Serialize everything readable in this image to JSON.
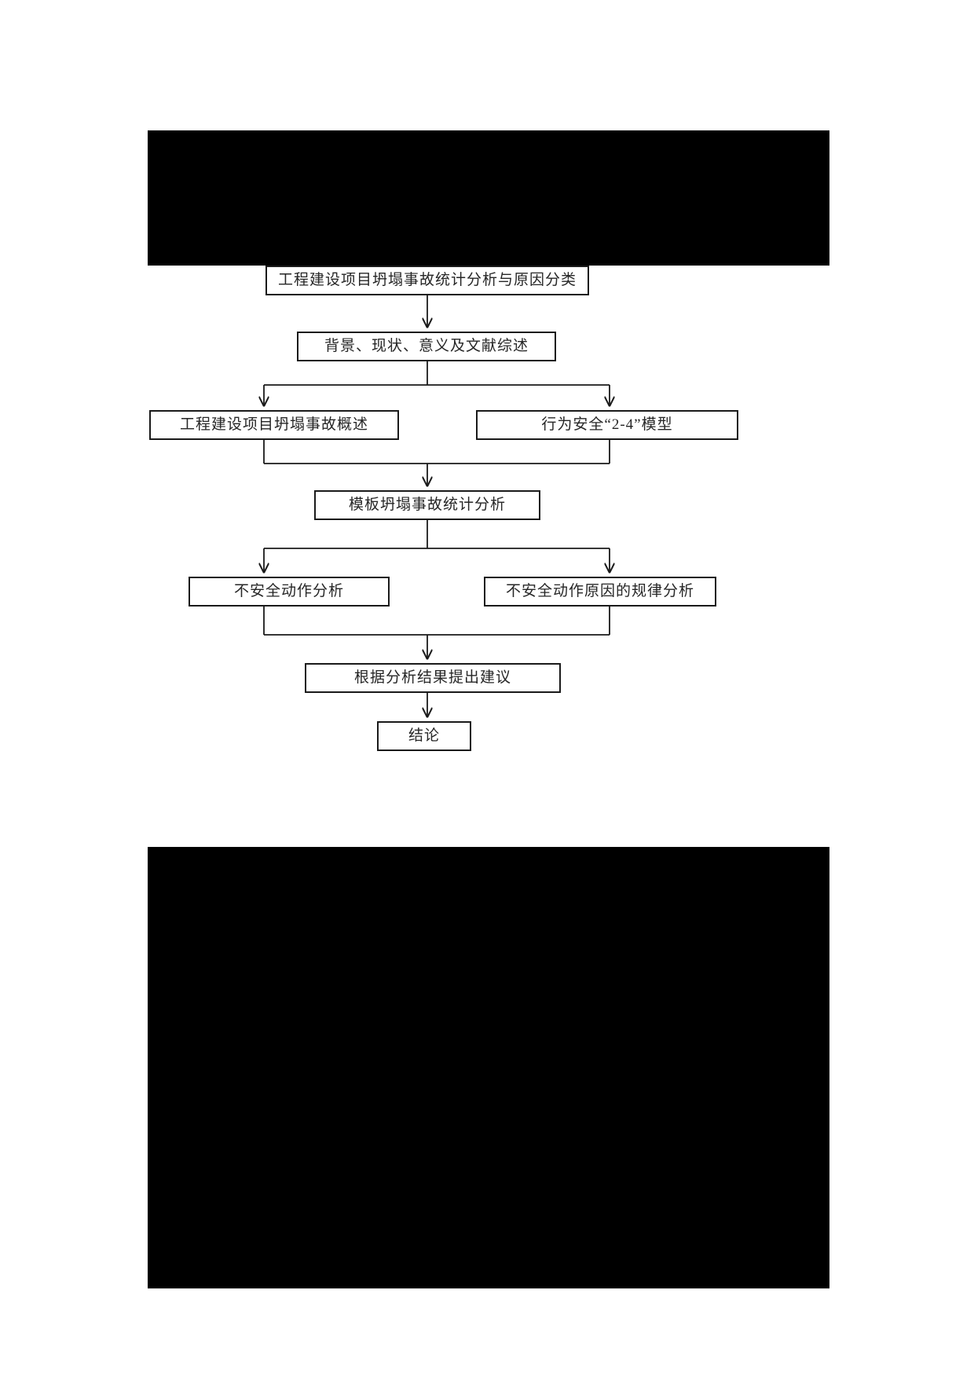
{
  "page": {
    "background_color": "#ffffff",
    "redaction_color": "#000000",
    "line_color": "#1a1a1a",
    "text_color": "#262626"
  },
  "flowchart": {
    "type": "flowchart",
    "orientation": "top-to-bottom",
    "nodes": [
      {
        "id": "title",
        "label": "工程建设项目坍塌事故统计分析与原因分类",
        "level": 1
      },
      {
        "id": "background",
        "label": "背景、现状、意义及文献综述",
        "level": 2
      },
      {
        "id": "overview",
        "label": "工程建设项目坍塌事故概述",
        "level": 3
      },
      {
        "id": "model",
        "label": "行为安全“2-4”模型",
        "level": 3
      },
      {
        "id": "statistics",
        "label": "模板坍塌事故统计分析",
        "level": 4
      },
      {
        "id": "unsafe_act",
        "label": "不安全动作分析",
        "level": 5
      },
      {
        "id": "unsafe_cause",
        "label": "不安全动作原因的规律分析",
        "level": 5
      },
      {
        "id": "suggestion",
        "label": "根据分析结果提出建议",
        "level": 6
      },
      {
        "id": "conclusion",
        "label": "结论",
        "level": 7
      }
    ],
    "edges": [
      {
        "from": "title",
        "to": "background",
        "style": "arrow"
      },
      {
        "from": "background",
        "to": "overview",
        "style": "split-arrow"
      },
      {
        "from": "background",
        "to": "model",
        "style": "split-arrow"
      },
      {
        "from": "overview",
        "to": "statistics",
        "style": "merge-arrow"
      },
      {
        "from": "model",
        "to": "statistics",
        "style": "merge-arrow"
      },
      {
        "from": "statistics",
        "to": "unsafe_act",
        "style": "split-arrow"
      },
      {
        "from": "statistics",
        "to": "unsafe_cause",
        "style": "split-arrow"
      },
      {
        "from": "unsafe_act",
        "to": "suggestion",
        "style": "merge-arrow"
      },
      {
        "from": "unsafe_cause",
        "to": "suggestion",
        "style": "merge-arrow"
      },
      {
        "from": "suggestion",
        "to": "conclusion",
        "style": "arrow"
      }
    ]
  }
}
